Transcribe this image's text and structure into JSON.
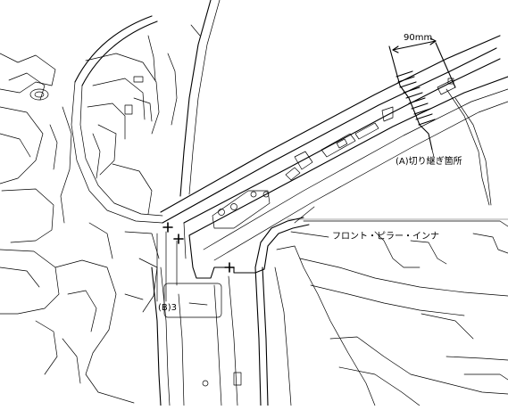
{
  "labels": {
    "dimension": "90mm",
    "cut_point": "(A)切り継ぎ箇所",
    "part_name": "フロント・ピラー・インナ",
    "weld_ref": "(B)3"
  }
}
